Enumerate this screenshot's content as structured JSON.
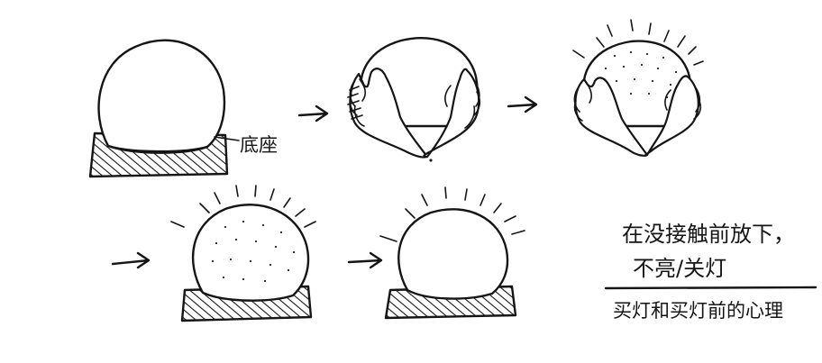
{
  "labels": {
    "base": "底座",
    "note_line1": "在没接触前放下，",
    "note_line2": "不亮/关灯",
    "caption": "买灯和买灯前的心理"
  }
}
